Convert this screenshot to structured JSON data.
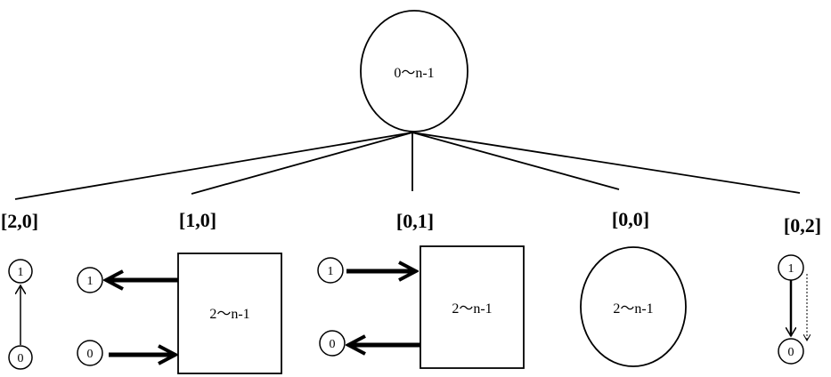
{
  "root": {
    "label": "0～n-1"
  },
  "branches": [
    {
      "label": "[2,0]",
      "top_node": "1",
      "bottom_node": "0"
    },
    {
      "label": "[1,0]",
      "top_node": "1",
      "bottom_node": "0",
      "box_label": "2～n-1"
    },
    {
      "label": "[0,1]",
      "top_node": "1",
      "bottom_node": "0",
      "box_label": "2～n-1"
    },
    {
      "label": "[0,0]",
      "ellipse_label": "2～n-1"
    },
    {
      "label": "[0,2]",
      "top_node": "1",
      "bottom_node": "0"
    }
  ]
}
